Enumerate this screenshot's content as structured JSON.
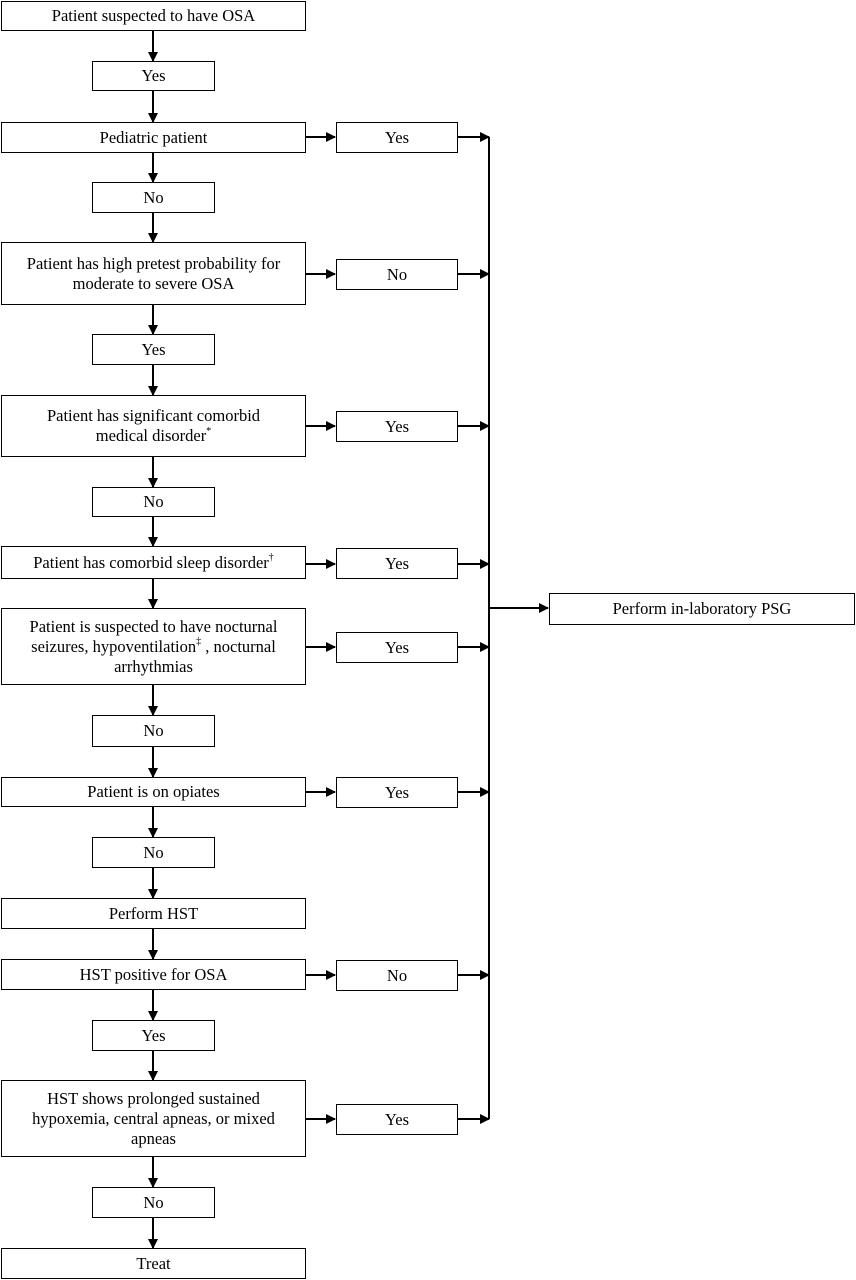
{
  "flowchart": {
    "start": "Patient suspected to have OSA",
    "yes_1": "Yes",
    "pediatric": "Pediatric patient",
    "pediatric_yes": "Yes",
    "no_1": "No",
    "pretest_line1": "Patient has high pretest probability for",
    "pretest_line2": "moderate to severe OSA",
    "pretest_no": "No",
    "yes_2": "Yes",
    "comorbid_med_line1": "Patient has significant comorbid",
    "comorbid_med_line2": "medical disorder",
    "comorbid_med_mark": "*",
    "comorbid_med_yes": "Yes",
    "no_2": "No",
    "comorbid_sleep": "Patient has comorbid sleep disorder",
    "comorbid_sleep_mark": "†",
    "comorbid_sleep_yes": "Yes",
    "seizures_line1": "Patient is suspected to have nocturnal",
    "seizures_line2a": "seizures, hypoventilation",
    "seizures_mark": "‡",
    "seizures_line2b": " , nocturnal",
    "seizures_line3": "arrhythmias",
    "seizures_yes": "Yes",
    "no_3": "No",
    "opiates": "Patient is on opiates",
    "opiates_yes": "Yes",
    "no_4": "No",
    "perform_hst": "Perform HST",
    "hst_positive": "HST positive for OSA",
    "hst_positive_no": "No",
    "yes_3": "Yes",
    "hst_shows_line1": "HST shows prolonged sustained",
    "hst_shows_line2": "hypoxemia, central apneas, or mixed",
    "hst_shows_line3": "apneas",
    "hst_shows_yes": "Yes",
    "no_5": "No",
    "treat": "Treat",
    "psg": "Perform in-laboratory PSG"
  }
}
